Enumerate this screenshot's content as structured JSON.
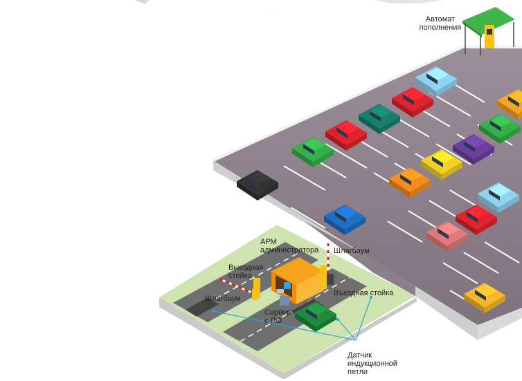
{
  "labels": {
    "kiosk": "Автомат\nпополнения",
    "arm": "АРМ\nадминистратора",
    "barrier_top": "Шлагбаум",
    "exit_stand": "Выездная\nстойка",
    "entry_stand": "Въездная стойка",
    "barrier_left": "Шлагбаум",
    "server": "Сервер\nс ПО",
    "loop_sensor": "Датчик\nиндукционной\nпетли",
    "faint_top": "....."
  },
  "colors": {
    "asphalt": "#8a8089",
    "platform_side": "#dcdcdc",
    "road": "#6f6f6f",
    "grass": "#cfe3b0",
    "callout_line": "#2fa7d8",
    "barrier_red": "#e2231a",
    "booth_orange": "#f7a21b",
    "kiosk_roof": "#3fb54a"
  },
  "cars": [
    {
      "color": "#8fd3f0",
      "name": "light-blue"
    },
    {
      "color": "#e0232d",
      "name": "red"
    },
    {
      "color": "#17806c",
      "name": "teal"
    },
    {
      "color": "#e0232d",
      "name": "red"
    },
    {
      "color": "#36b04a",
      "name": "green"
    },
    {
      "color": "#333333",
      "name": "black"
    },
    {
      "color": "#1f6fc6",
      "name": "blue"
    },
    {
      "color": "#f5a623",
      "name": "orange"
    },
    {
      "color": "#36b04a",
      "name": "green"
    },
    {
      "color": "#6b3fa0",
      "name": "purple"
    },
    {
      "color": "#f2d024",
      "name": "yellow"
    },
    {
      "color": "#f58d1e",
      "name": "orange"
    },
    {
      "color": "#8fd3f0",
      "name": "light-blue"
    },
    {
      "color": "#e0232d",
      "name": "red"
    },
    {
      "color": "#e07a7a",
      "name": "salmon"
    },
    {
      "color": "#f5b62a",
      "name": "yellow-orange"
    },
    {
      "color": "#1f8a3e",
      "name": "dark-green"
    }
  ]
}
